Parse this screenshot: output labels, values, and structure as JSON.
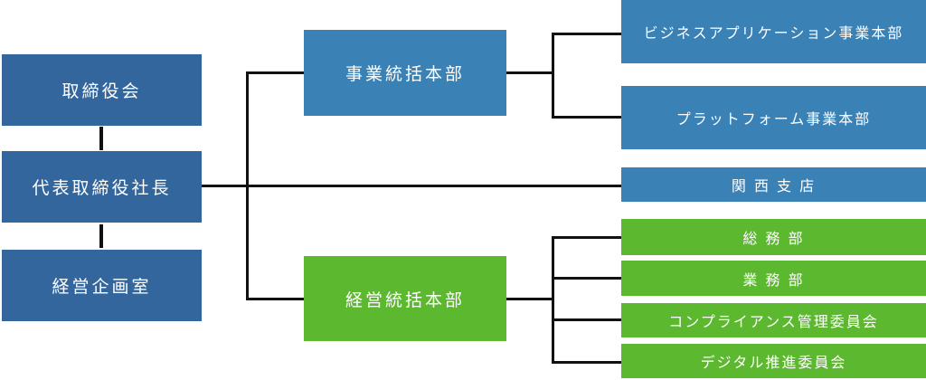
{
  "chart": {
    "colors": {
      "executive": "#34669e",
      "business": "#3a81b5",
      "management": "#5cb82e",
      "connector": "#111111"
    },
    "executive": {
      "board": "取締役会",
      "president": "代表取締役社長",
      "planning": "経営企画室"
    },
    "business_hq": {
      "label": "事業統括本部",
      "children": [
        "ビジネスアプリケーション事業本部",
        "プラットフォーム事業本部"
      ]
    },
    "branch": "関 西 支 店",
    "management_hq": {
      "label": "経営統括本部",
      "children": [
        "総 務 部",
        "業 務 部",
        "コンプライアンス管理委員会",
        "デジタル推進委員会"
      ]
    }
  }
}
